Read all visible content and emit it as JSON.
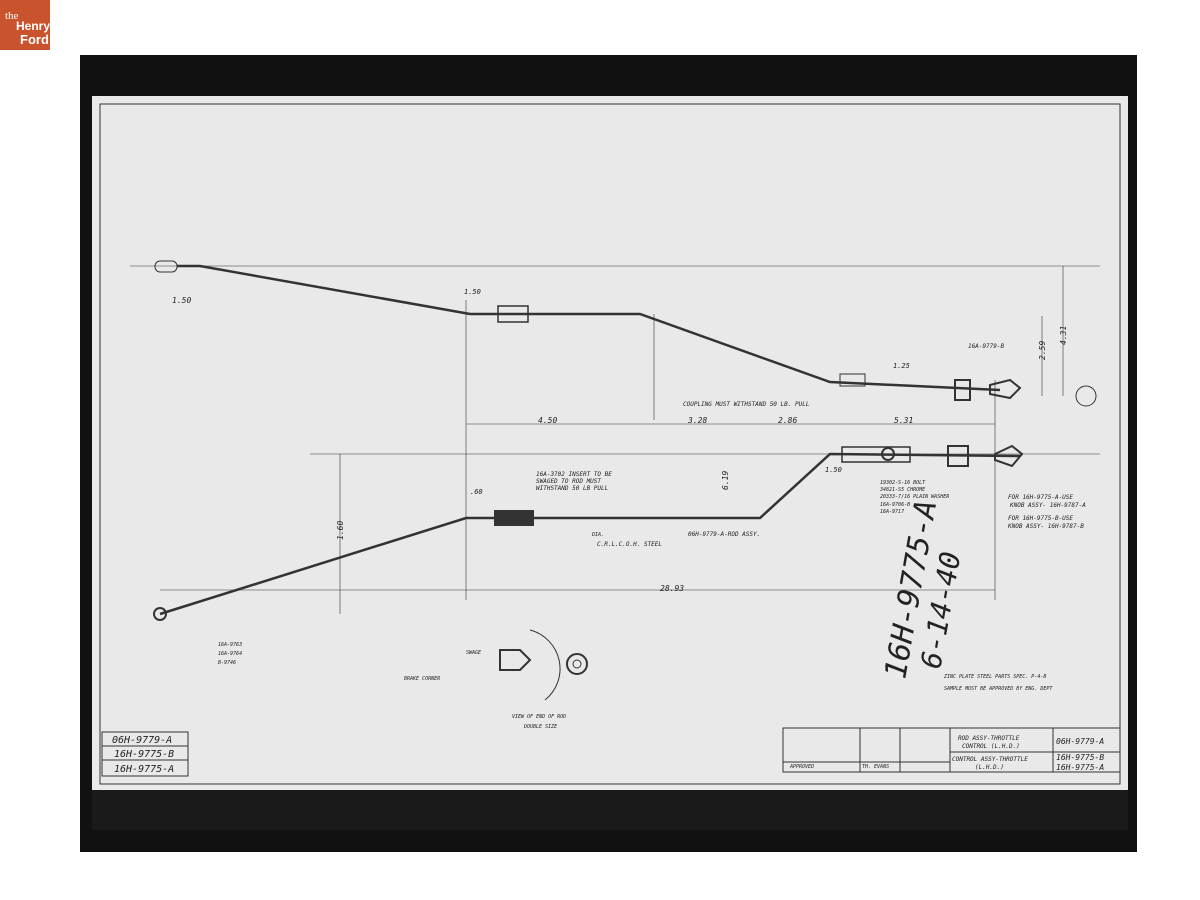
{
  "logo": {
    "line1": "the",
    "line2": "Henry",
    "line3": "Ford"
  },
  "colors": {
    "logo": "#c9532c",
    "frame": "#111111",
    "paper": "#e9e9e9"
  },
  "drawing": {
    "dimensions": [
      "1.50",
      "1.50",
      "4.50",
      "3.28",
      "2.86",
      "5.31",
      "2.59",
      "4.31",
      "6.19",
      "1.60",
      "1.50",
      "28.93",
      ".60",
      "1.25"
    ],
    "notes": {
      "coupling": "COUPLING MUST WITHSTAND 50 LB. PULL",
      "insert": [
        "16A-3702 INSERT TO BE",
        "SWAGED TO ROD MUST",
        "WITHSTAND 50 LB PULL"
      ],
      "rod": "06H-9779-A-ROD ASSY.",
      "steel_dia": "DIA.",
      "steel": "C.R.L.C.O.H. STEEL",
      "top_callout": "16A-9779-B",
      "hardware": [
        "19302-S-16 BOLT",
        "34821-S5 CHROME",
        "20333-7/16 PLAIN WASHER",
        "16A-9706-B",
        "16A-9717"
      ],
      "knob1": [
        "FOR 16H-9775-A-USE",
        "KNOB ASSY- 16H-9787-A"
      ],
      "knob2": [
        "FOR 16H-9775-B-USE",
        "KNOB ASSY- 16H-9787-B"
      ],
      "left_callouts": [
        "16A-9763",
        "16A-9764",
        "B-9746"
      ],
      "swage": "SWAGE",
      "brake_counter": "BRAKE CORNER",
      "view": [
        "VIEW OF END OF ROD",
        "DOUBLE SIZE"
      ],
      "plating": "ZINC PLATE STEEL PARTS SPEC. P-4-B",
      "sample": "SAMPLE MUST BE APPROVED BY ENG. DEPT",
      "handwritten": [
        "16H-9775-A",
        "6-14-40"
      ]
    },
    "left_box": [
      "06H-9779-A",
      "16H-9775-B",
      "16H-9775-A"
    ],
    "title_block": {
      "title1": [
        "ROD ASSY-THROTTLE",
        "CONTROL (L.H.D.)"
      ],
      "title2": [
        "CONTROL ASSY-THROTTLE",
        "(L.H.D.)"
      ],
      "numbers": [
        "06H-9779-A",
        "16H-9775-B",
        "16H-9775-A"
      ],
      "approved": "APPROVED",
      "checker": "TH. EVANS"
    }
  }
}
